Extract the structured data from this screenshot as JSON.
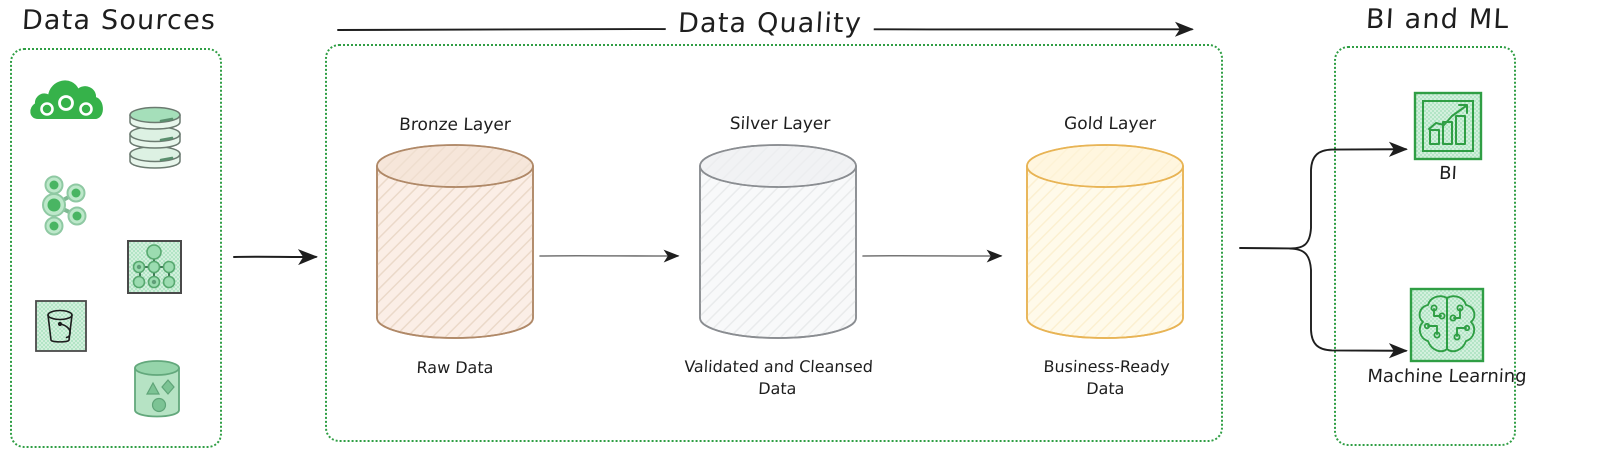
{
  "diagram": {
    "style": "hand-drawn sketch (excalidraw)",
    "background": "#ffffff",
    "accent_green": "#2f9e44",
    "ink": "#1e1e1e"
  },
  "sections": {
    "sources": {
      "title": "Data Sources",
      "icons": [
        {
          "name": "cloud-icon",
          "label": "cloud"
        },
        {
          "name": "database-stack-icon",
          "label": "database"
        },
        {
          "name": "node-cluster-icon",
          "label": "streaming cluster"
        },
        {
          "name": "hierarchy-tree-icon",
          "label": "hierarchy"
        },
        {
          "name": "storage-bucket-icon",
          "label": "object storage bucket"
        },
        {
          "name": "data-lake-shapes-icon",
          "label": "data lake"
        }
      ]
    },
    "quality": {
      "title": "Data Quality",
      "layers": [
        {
          "name": "bronze",
          "title": "Bronze Layer",
          "caption": "Raw Data",
          "fill": "#fbeee6",
          "stroke": "#b08968"
        },
        {
          "name": "silver",
          "title": "Silver Layer",
          "caption": "Validated and Cleansed Data",
          "fill": "#f6f7f8",
          "stroke": "#8a8d91"
        },
        {
          "name": "gold",
          "title": "Gold Layer",
          "caption": "Business-Ready Data",
          "fill": "#fff8e6",
          "stroke": "#e0a53f"
        }
      ]
    },
    "biml": {
      "title": "BI and ML",
      "outputs": [
        {
          "name": "bi",
          "label": "BI",
          "icon": "bar-chart-trend-icon"
        },
        {
          "name": "machine-learning",
          "label": "Machine Learning",
          "icon": "brain-circuit-icon"
        }
      ]
    }
  },
  "connectors": {
    "sources_to_quality": "arrow-right",
    "bronze_to_silver": "arrow-right",
    "silver_to_gold": "arrow-right",
    "quality_to_biml": "branching-arrow",
    "quality_header": "arrow-right-long"
  }
}
